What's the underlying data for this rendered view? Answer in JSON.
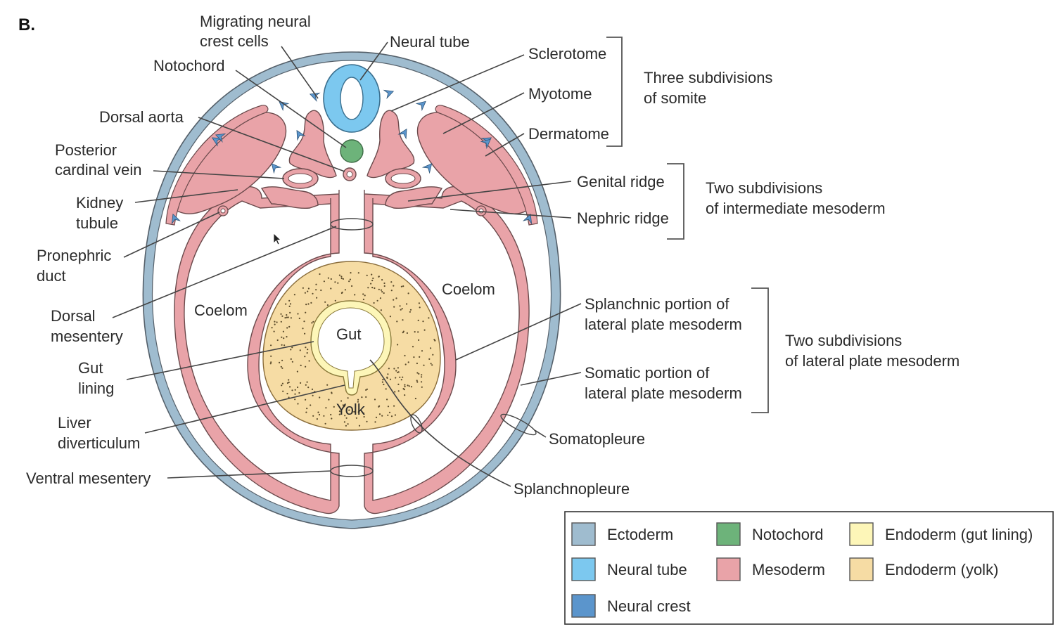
{
  "panel_label": "B.",
  "labels": {
    "migrating_neural_crest": [
      "Migrating neural",
      "crest cells"
    ],
    "neural_tube": "Neural tube",
    "notochord": "Notochord",
    "dorsal_aorta": "Dorsal aorta",
    "posterior_cardinal_vein": [
      "Posterior",
      "cardinal vein"
    ],
    "kidney_tubule": [
      "Kidney",
      "tubule"
    ],
    "pronephric_duct": [
      "Pronephric",
      "duct"
    ],
    "dorsal_mesentery": [
      "Dorsal",
      "mesentery"
    ],
    "gut_lining": [
      "Gut",
      "lining"
    ],
    "liver_diverticulum": [
      "Liver",
      "diverticulum"
    ],
    "ventral_mesentery": "Ventral mesentery",
    "sclerotome": "Sclerotome",
    "myotome": "Myotome",
    "dermatome": "Dermatome",
    "genital_ridge": "Genital ridge",
    "nephric_ridge": "Nephric ridge",
    "splanchnic_portion": [
      "Splanchnic portion of",
      "lateral plate mesoderm"
    ],
    "somatic_portion": [
      "Somatic portion of",
      "lateral plate mesoderm"
    ],
    "somatopleure": "Somatopleure",
    "splanchnopleure": "Splanchnopleure",
    "coelom_left": "Coelom",
    "coelom_right": "Coelom",
    "gut": "Gut",
    "yolk": "Yolk"
  },
  "groups": {
    "somite": [
      "Three subdivisions",
      "of somite"
    ],
    "intermediate": [
      "Two subdivisions",
      "of intermediate mesoderm"
    ],
    "lateral_plate": [
      "Two subdivisions",
      "of lateral plate mesoderm"
    ]
  },
  "legend": [
    {
      "label": "Ectoderm",
      "color": "#9fbccf"
    },
    {
      "label": "Notochord",
      "color": "#6db37a"
    },
    {
      "label": "Endoderm (gut lining)",
      "color": "#fdf6b8"
    },
    {
      "label": "Neural tube",
      "color": "#7cc8ef"
    },
    {
      "label": "Mesoderm",
      "color": "#e9a3a8"
    },
    {
      "label": "Endoderm (yolk)",
      "color": "#f6dca4"
    },
    {
      "label": "Neural crest",
      "color": "#5b95cc"
    }
  ],
  "colors": {
    "ectoderm": "#9fbccf",
    "neural_tube": "#7cc8ef",
    "neural_crest": "#5b95cc",
    "notochord": "#6db37a",
    "mesoderm": "#e9a3a8",
    "gut_lining": "#fdf6b8",
    "yolk": "#f6dca4"
  }
}
